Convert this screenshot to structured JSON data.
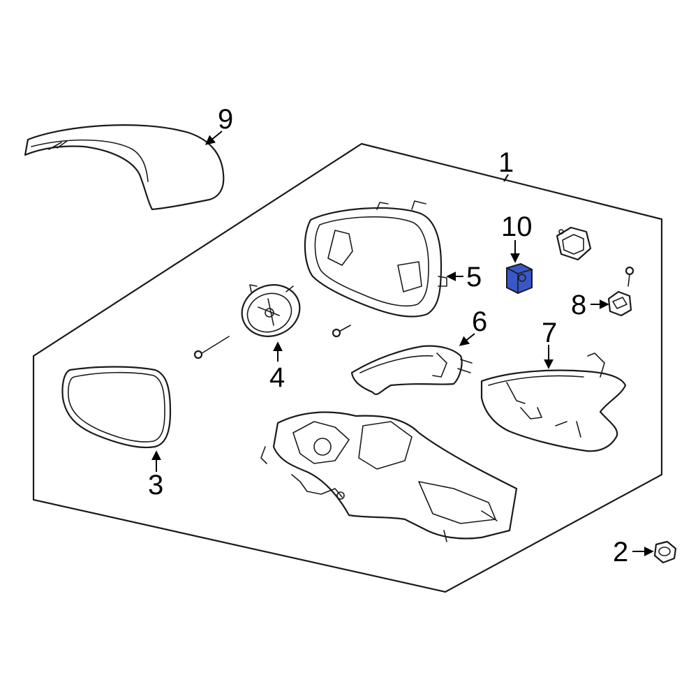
{
  "callouts": {
    "c1": "1",
    "c2": "2",
    "c3": "3",
    "c4": "4",
    "c5": "5",
    "c6": "6",
    "c7": "7",
    "c8": "8",
    "c9": "9",
    "c10": "10"
  },
  "colors": {
    "highlight_part": "#3a57c8",
    "line": "#1a1a1a"
  }
}
